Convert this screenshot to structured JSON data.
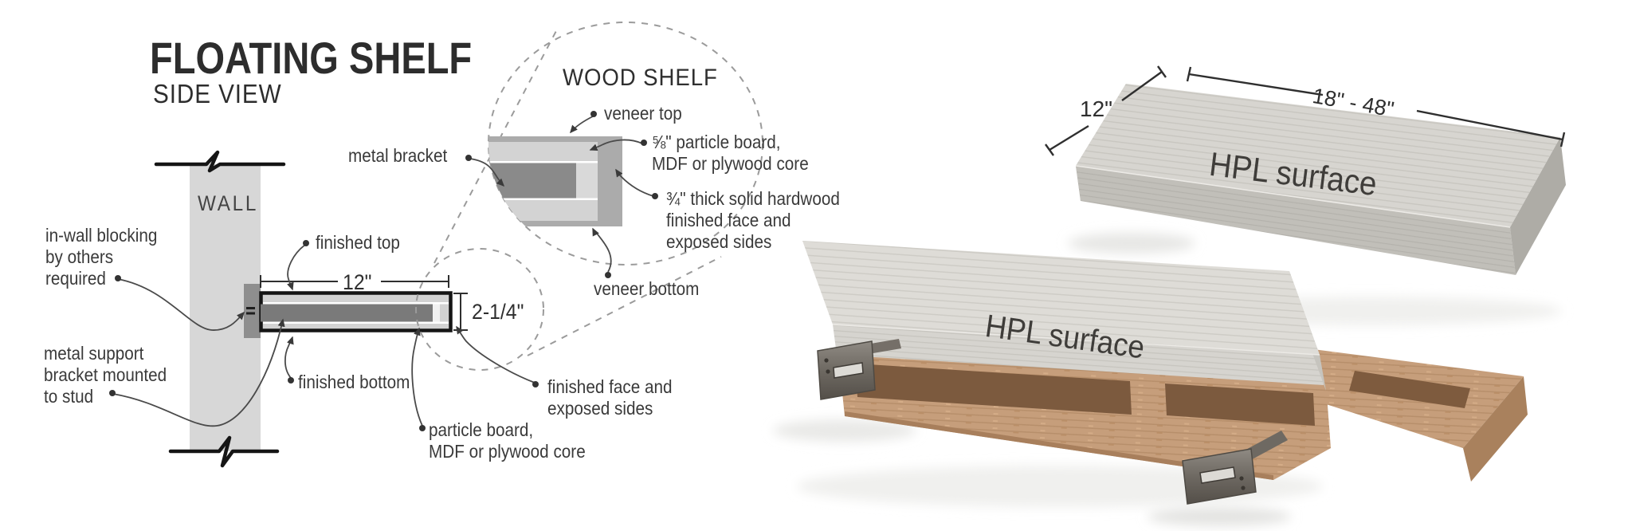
{
  "side_view": {
    "title": "FLOATING SHELF",
    "subtitle": "SIDE VIEW",
    "wall_label": "WALL",
    "width_dim": "12\"",
    "thickness_dim": "2-1/4\"",
    "labels": {
      "in_wall_blocking": "in-wall blocking\nby others\nrequired",
      "metal_support": "metal support\nbracket mounted\nto stud",
      "finished_top": "finished top",
      "finished_bottom": "finished bottom",
      "particle_board": "particle board,\nMDF or plywood core",
      "finished_face": "finished face and\nexposed sides"
    }
  },
  "detail_view": {
    "title": "WOOD SHELF",
    "labels": {
      "veneer_top": "veneer top",
      "particle_core": "⅝\" particle board,\nMDF or plywood core",
      "hardwood_face": "¾\" thick solid hardwood\nfinished face and\nexposed sides",
      "veneer_bottom": "veneer bottom",
      "metal_bracket": "metal bracket"
    }
  },
  "renders": {
    "top_shelf": {
      "surface_label": "HPL surface",
      "depth_dim": "12\"",
      "length_dim": "18\" - 48\""
    },
    "bottom_shelf": {
      "surface_label": "HPL surface"
    }
  },
  "colors": {
    "wall_gray": "#d7d7d7",
    "blocking_gray": "#8e8e8e",
    "shelf_interior": "#d2d2d2",
    "bracket_gray": "#7a7a7a",
    "detail_surround": "#a9a9a9",
    "hpl_surface": "#d7d5d0",
    "core_tan": "#c69e7b",
    "line_dark": "#1a1a1a"
  }
}
